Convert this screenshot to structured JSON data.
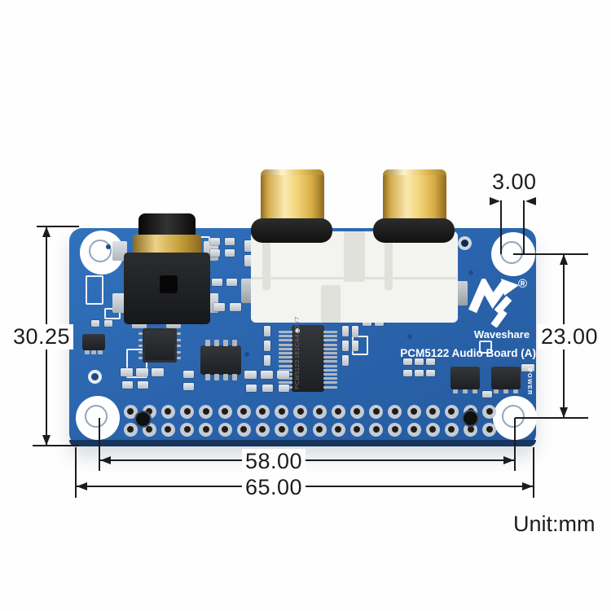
{
  "annotations": {
    "hole_diameter": "3.00",
    "board_height": "30.25",
    "hole_spacing_vertical": "23.00",
    "hole_spacing_horizontal": "58.00",
    "board_width": "65.00",
    "unit_label": "Unit:mm"
  },
  "board": {
    "brand": "Waveshare",
    "registered_mark": "®",
    "product_title": "PCM5122 Audio Board (A)",
    "power_label": "POWER",
    "main_chip_lines": [
      "PCM5122",
      "181CA4",
      "C2Y7"
    ],
    "colors": {
      "pcb_blue": "#2b65ae",
      "pcb_edge": "#17365f",
      "gold": "#e6c265",
      "silkscreen": "#ffffff",
      "annotation": "#1c1c1c"
    }
  }
}
